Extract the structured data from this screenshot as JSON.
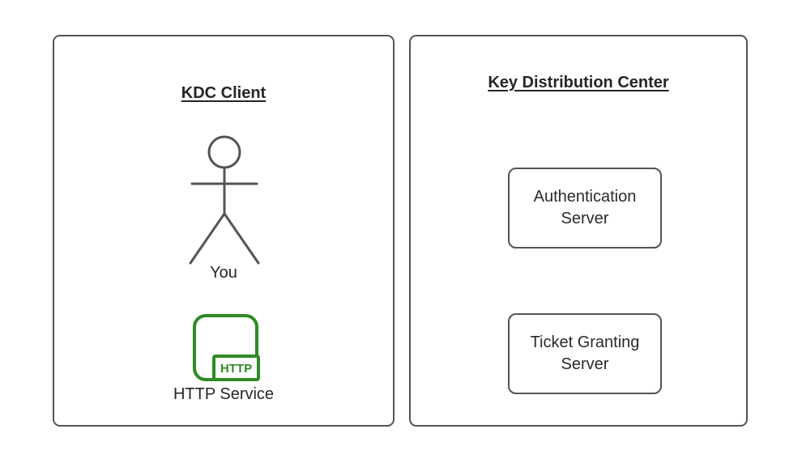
{
  "diagram": {
    "left_panel": {
      "title": "KDC Client",
      "actor_label": "You",
      "service_label": "HTTP Service",
      "service_icon_text": "HTTP"
    },
    "right_panel": {
      "title": "Key Distribution Center",
      "nodes": [
        {
          "label": "Authentication Server"
        },
        {
          "label": "Ticket Granting Server"
        }
      ]
    },
    "colors": {
      "stroke_gray": "#545454",
      "icon_green": "#2e8b24",
      "text": "#262626",
      "background": "#ffffff"
    }
  }
}
